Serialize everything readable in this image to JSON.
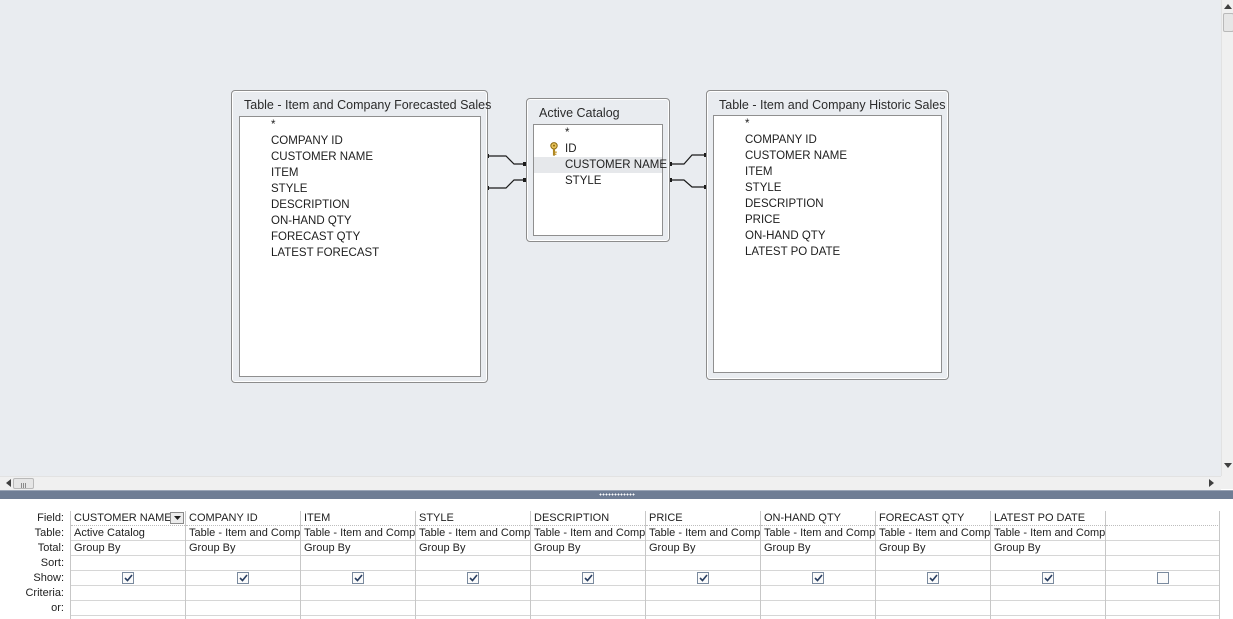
{
  "diagram": {
    "tables": [
      {
        "title": "Table - Item and Company Forecasted Sales",
        "fields": [
          "*",
          "COMPANY ID",
          "CUSTOMER NAME",
          "ITEM",
          "STYLE",
          "DESCRIPTION",
          "ON-HAND QTY",
          "FORECAST QTY",
          "LATEST FORECAST"
        ]
      },
      {
        "title": "Active Catalog",
        "fields": [
          "*",
          "ID",
          "CUSTOMER NAME",
          "STYLE"
        ],
        "key_field": "ID",
        "selected_field": "CUSTOMER NAME"
      },
      {
        "title": "Table - Item and Company Historic Sales",
        "fields": [
          "*",
          "COMPANY ID",
          "CUSTOMER NAME",
          "ITEM",
          "STYLE",
          "DESCRIPTION",
          "PRICE",
          "ON-HAND QTY",
          "LATEST PO DATE"
        ]
      }
    ],
    "joins": [
      {
        "from": "Table - Item and Company Forecasted Sales.CUSTOMER NAME",
        "to": "Active Catalog.CUSTOMER NAME"
      },
      {
        "from": "Table - Item and Company Forecasted Sales.STYLE",
        "to": "Active Catalog.STYLE"
      },
      {
        "from": "Active Catalog.CUSTOMER NAME",
        "to": "Table - Item and Company Historic Sales.CUSTOMER NAME"
      },
      {
        "from": "Active Catalog.STYLE",
        "to": "Table - Item and Company Historic Sales.STYLE"
      }
    ]
  },
  "grid": {
    "row_labels": {
      "field": "Field:",
      "table": "Table:",
      "total": "Total:",
      "sort": "Sort:",
      "show": "Show:",
      "criteria": "Criteria:",
      "or": "or:"
    },
    "columns": [
      {
        "field": "CUSTOMER NAME",
        "table": "Active Catalog",
        "total": "Group By",
        "show": true
      },
      {
        "field": "COMPANY ID",
        "table": "Table - Item and Comp",
        "total": "Group By",
        "show": true
      },
      {
        "field": "ITEM",
        "table": "Table - Item and Comp",
        "total": "Group By",
        "show": true
      },
      {
        "field": "STYLE",
        "table": "Table - Item and Comp",
        "total": "Group By",
        "show": true
      },
      {
        "field": "DESCRIPTION",
        "table": "Table - Item and Comp",
        "total": "Group By",
        "show": true
      },
      {
        "field": "PRICE",
        "table": "Table - Item and Comp",
        "total": "Group By",
        "show": true
      },
      {
        "field": "ON-HAND QTY",
        "table": "Table - Item and Comp",
        "total": "Group By",
        "show": true
      },
      {
        "field": "FORECAST QTY",
        "table": "Table - Item and Comp",
        "total": "Group By",
        "show": true
      },
      {
        "field": "LATEST PO DATE",
        "table": "Table - Item and Comp",
        "total": "Group By",
        "show": true
      },
      {
        "field": "",
        "table": "",
        "total": "",
        "show": false
      }
    ]
  }
}
